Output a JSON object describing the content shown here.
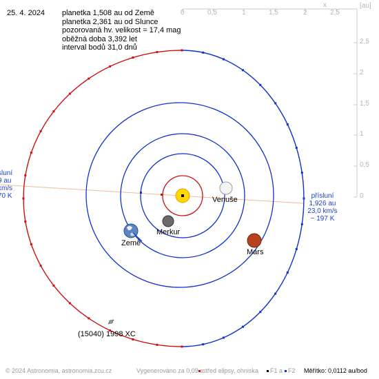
{
  "date": "25. 4. 2024",
  "info": {
    "line1": "planetka 1,508 au od Země",
    "line2": "planetka 2,361 au od Slunce",
    "line3": "pozorovaná hv. velikost = 17,4 mag",
    "line4": "oběžná doba 3,392 let",
    "line5": "interval bodů 31,0 dnů"
  },
  "axis": {
    "x_unit": "x",
    "unit": "[au]",
    "x_ticks": [
      "0",
      "0,5",
      "1",
      "1,5",
      "2",
      "2,5"
    ],
    "y_ticks": [
      "2,5",
      "2",
      "1,5",
      "1",
      "0,5",
      "0"
    ]
  },
  "bodies": {
    "venus": "Venuše",
    "mercury": "Merkur",
    "earth": "Země",
    "mars": "Mars",
    "asteroid": "(15040) 1998 XC"
  },
  "perihelion_right": {
    "title": "přísluní",
    "dist": "1,926 au",
    "speed": "23,0 km/s",
    "temp": "~ 197 K"
  },
  "aphelion_left": {
    "title": "sluní",
    "dist": "9 au",
    "speed": "km/s",
    "temp": "70 K"
  },
  "footer": {
    "copyright": "© 2024 Astronomia, astronomia.zcu.cz",
    "generated": "Vygenerováno za 0,09 s",
    "legend_center": "střed elipsy, ohniska",
    "legend_f1": "F1 a",
    "legend_f2": "F2",
    "scale": "Měřítko: 0,0112 au/bod"
  },
  "colors": {
    "asteroid_orbit": "#cc1010",
    "planet_orbit": "#1030d0",
    "apsis_line": "#f4b898",
    "sun": "#ffd800",
    "mars": "#b8411f"
  }
}
